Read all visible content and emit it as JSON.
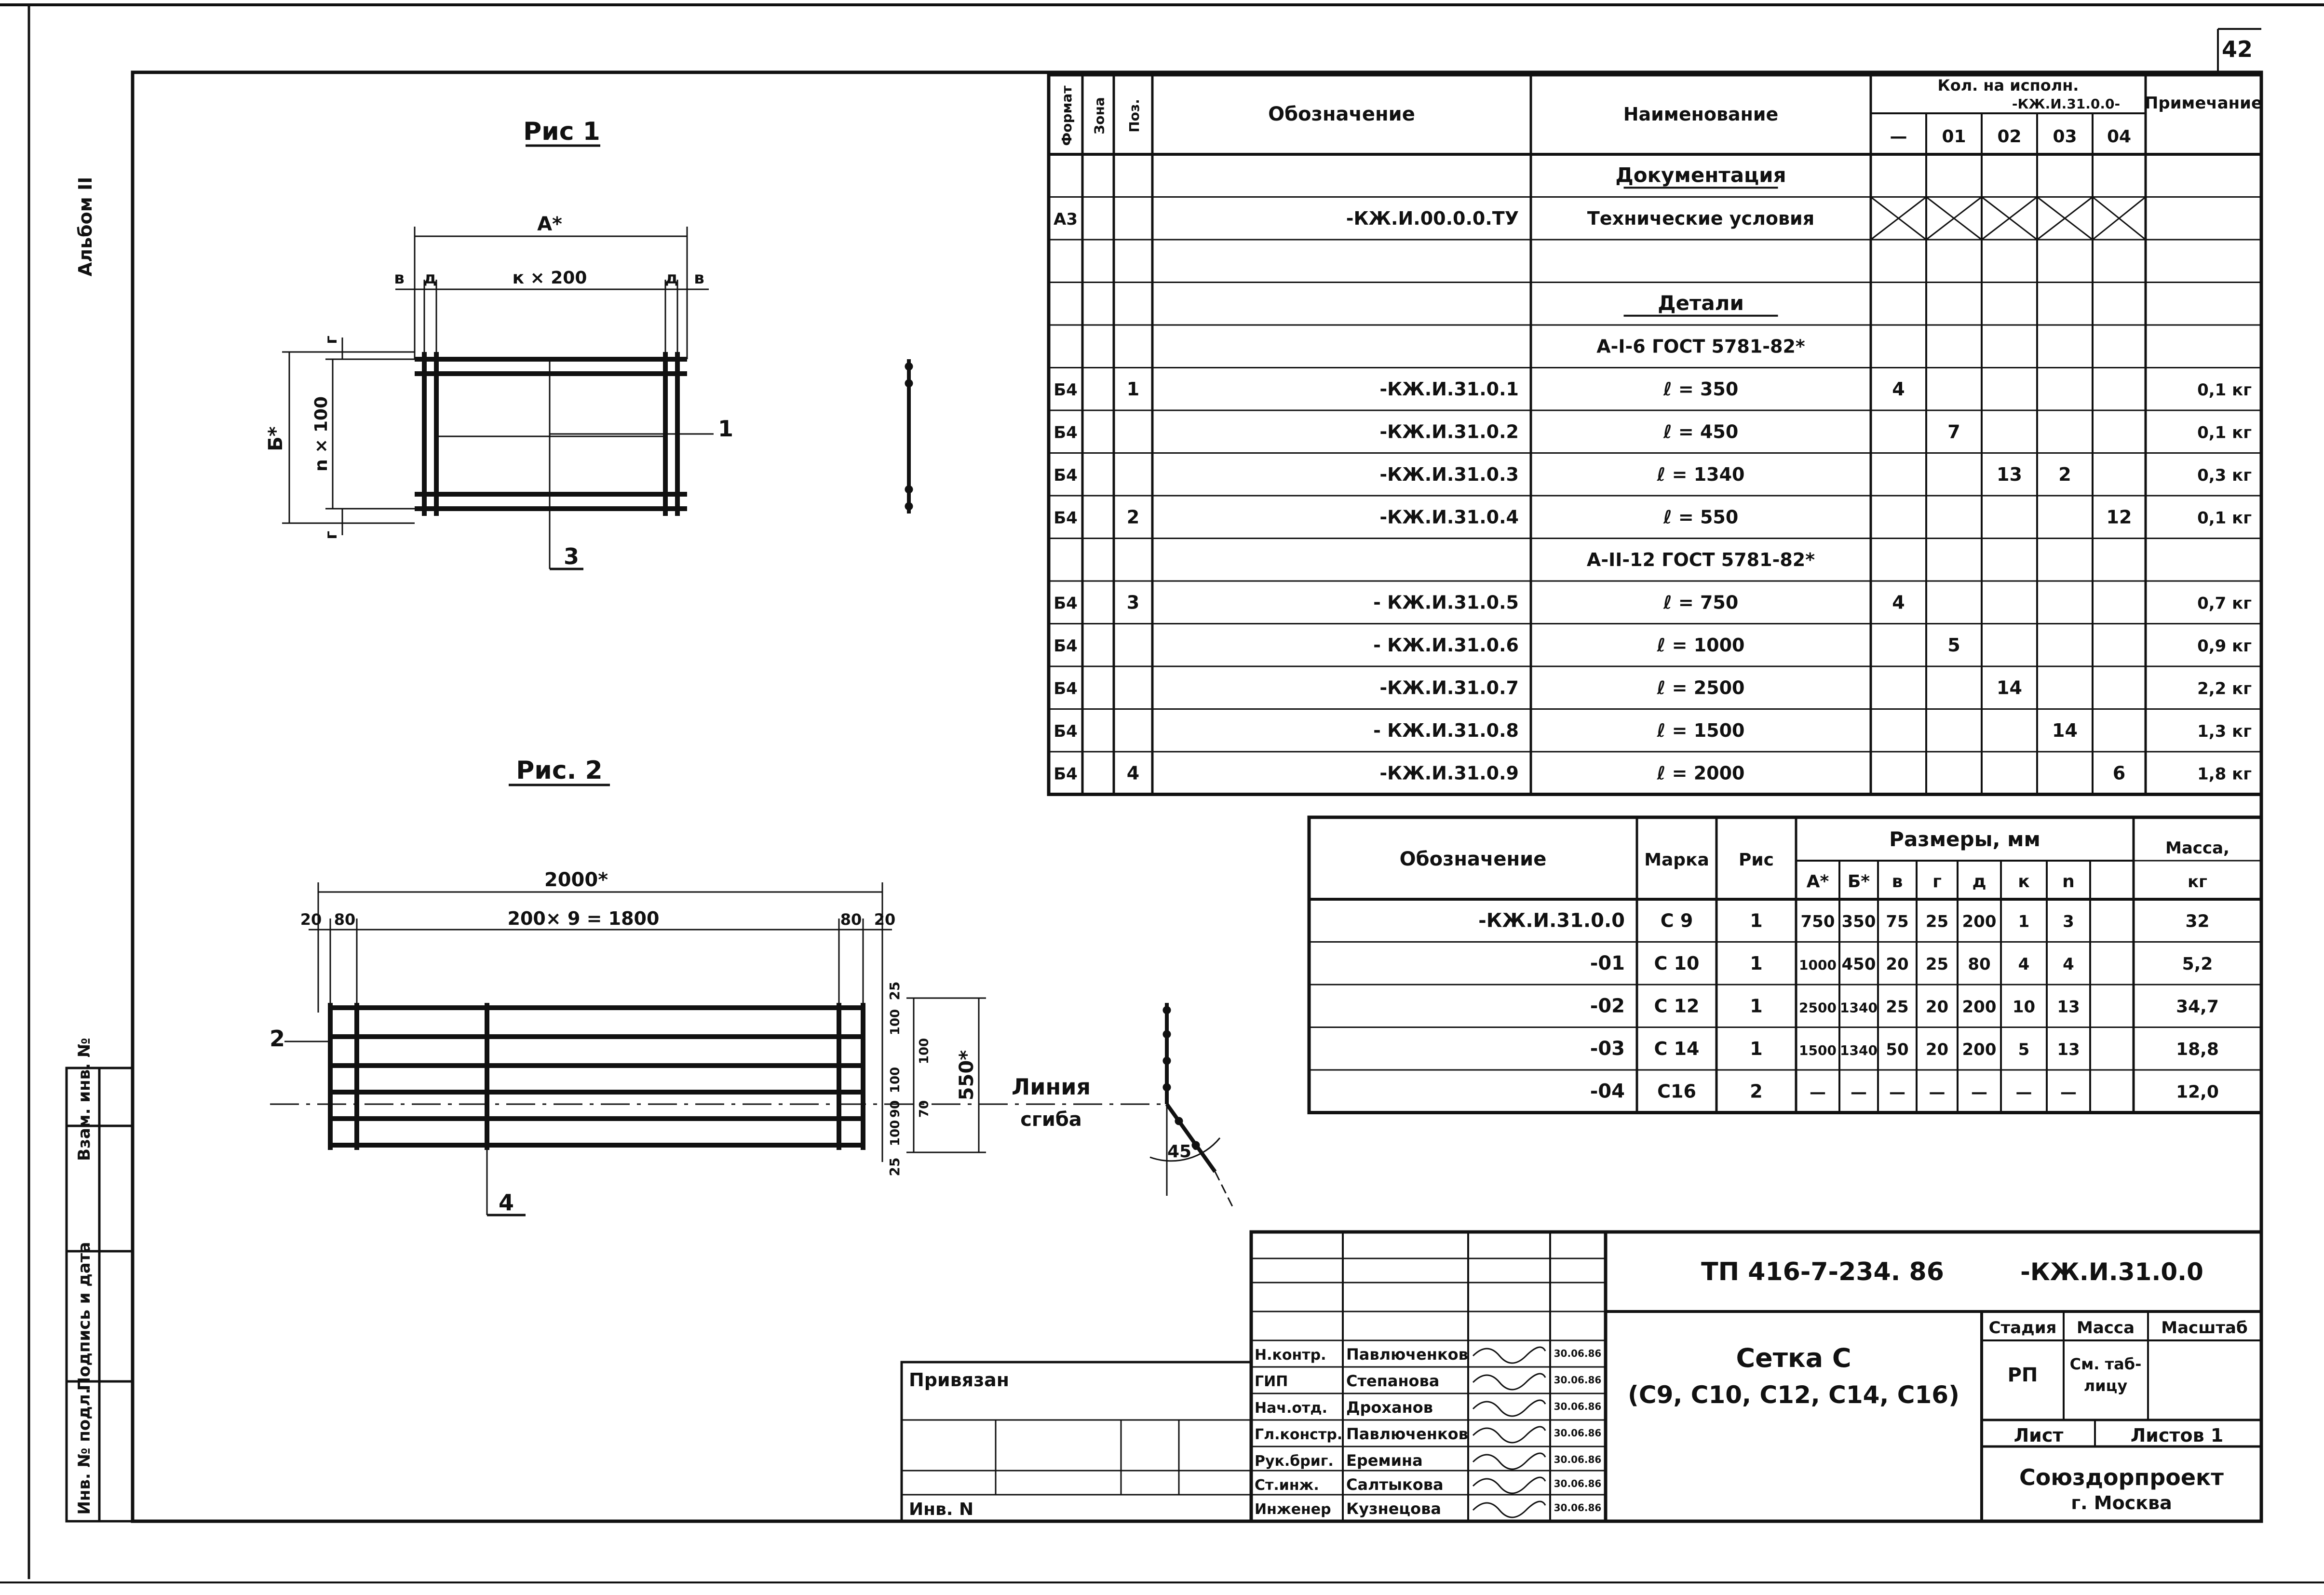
{
  "sheet_number": "42",
  "album_label": "Альбом II",
  "left_stamp_labels": [
    "Инв. № подл.",
    "Подпись и дата",
    "Взам. инв. №"
  ],
  "fig1": {
    "title": "Рис 1",
    "dim_a": "А*",
    "dim_b": "Б*",
    "dim_k": "к × 200",
    "dim_n": "n × 100",
    "lbl_v": "в",
    "lbl_d": "д",
    "lbl_g": "г",
    "pos1": "1",
    "pos3": "3"
  },
  "fig2": {
    "title": "Рис. 2",
    "dim_total": "2000*",
    "dim_mid": "200× 9 = 1800",
    "dim_20": "20",
    "dim_80": "80",
    "dim_550": "550*",
    "dim_25": "25",
    "dim_100": "100",
    "dim_90": "90",
    "dim_70": "70",
    "bend_line": [
      "Линия",
      "сгиба"
    ],
    "angle": "45°",
    "pos2": "2",
    "pos4": "4"
  },
  "spec": {
    "headers": {
      "format": "Формат",
      "zone": "Зона",
      "pos": "Поз.",
      "designation": "Обозначение",
      "name": "Наименование",
      "qty": "Кол. на исполн.",
      "qty_doc": "-КЖ.И.31.0.0-",
      "qty_cols": [
        "—",
        "01",
        "02",
        "03",
        "04"
      ],
      "note": "Примечание"
    },
    "rows": [
      {
        "format": "",
        "zone": "",
        "pos": "",
        "designation": "",
        "name": "Документация",
        "heading": true,
        "q": [
          "",
          "",
          "",
          "",
          ""
        ],
        "note": ""
      },
      {
        "format": "А3",
        "zone": "",
        "pos": "",
        "designation": "-КЖ.И.00.0.0.ТУ",
        "name": "Технические условия",
        "cross": true,
        "q": [
          "",
          "",
          "",
          "",
          ""
        ],
        "note": ""
      },
      {
        "format": "",
        "zone": "",
        "pos": "",
        "designation": "",
        "name": "",
        "q": [
          "",
          "",
          "",
          "",
          ""
        ],
        "note": ""
      },
      {
        "format": "",
        "zone": "",
        "pos": "",
        "designation": "",
        "name": "Детали",
        "heading": true,
        "q": [
          "",
          "",
          "",
          "",
          ""
        ],
        "note": ""
      },
      {
        "format": "",
        "zone": "",
        "pos": "",
        "designation": "",
        "name": "А-I-6 ГОСТ 5781-82*",
        "q": [
          "",
          "",
          "",
          "",
          ""
        ],
        "note": ""
      },
      {
        "format": "Б4",
        "zone": "",
        "pos": "1",
        "designation": "-КЖ.И.31.0.1",
        "name": "ℓ = 350",
        "q": [
          "4",
          "",
          "",
          "",
          ""
        ],
        "note": "0,1 кг"
      },
      {
        "format": "Б4",
        "zone": "",
        "pos": "",
        "designation": "-КЖ.И.31.0.2",
        "name": "ℓ = 450",
        "q": [
          "",
          "7",
          "",
          "",
          ""
        ],
        "note": "0,1 кг"
      },
      {
        "format": "Б4",
        "zone": "",
        "pos": "",
        "designation": "-КЖ.И.31.0.3",
        "name": "ℓ = 1340",
        "q": [
          "",
          "",
          "13",
          "2",
          ""
        ],
        "note": "0,3 кг"
      },
      {
        "format": "Б4",
        "zone": "",
        "pos": "2",
        "designation": "-КЖ.И.31.0.4",
        "name": "ℓ = 550",
        "q": [
          "",
          "",
          "",
          "",
          "12"
        ],
        "note": "0,1 кг"
      },
      {
        "format": "",
        "zone": "",
        "pos": "",
        "designation": "",
        "name": "А-II-12 ГОСТ 5781-82*",
        "q": [
          "",
          "",
          "",
          "",
          ""
        ],
        "note": ""
      },
      {
        "format": "Б4",
        "zone": "",
        "pos": "3",
        "designation": "- КЖ.И.31.0.5",
        "name": "ℓ = 750",
        "q": [
          "4",
          "",
          "",
          "",
          ""
        ],
        "note": "0,7 кг"
      },
      {
        "format": "Б4",
        "zone": "",
        "pos": "",
        "designation": "- КЖ.И.31.0.6",
        "name": "ℓ = 1000",
        "q": [
          "",
          "5",
          "",
          "",
          ""
        ],
        "note": "0,9 кг"
      },
      {
        "format": "Б4",
        "zone": "",
        "pos": "",
        "designation": "-КЖ.И.31.0.7",
        "name": "ℓ = 2500",
        "q": [
          "",
          "",
          "14",
          "",
          ""
        ],
        "note": "2,2 кг"
      },
      {
        "format": "Б4",
        "zone": "",
        "pos": "",
        "designation": "- КЖ.И.31.0.8",
        "name": "ℓ = 1500",
        "q": [
          "",
          "",
          "",
          "14",
          ""
        ],
        "note": "1,3 кг"
      },
      {
        "format": "Б4",
        "zone": "",
        "pos": "4",
        "designation": "-КЖ.И.31.0.9",
        "name": "ℓ = 2000",
        "q": [
          "",
          "",
          "",
          "",
          "6"
        ],
        "note": "1,8 кг"
      }
    ]
  },
  "mesh": {
    "headers": {
      "designation": "Обозначение",
      "mark": "Марка",
      "fig": "Рис",
      "sizes": "Размеры, мм",
      "size_cols": [
        "А*",
        "Б*",
        "в",
        "г",
        "д",
        "к",
        "n"
      ],
      "mass": "Масса,",
      "mass_unit": "кг"
    },
    "rows": [
      {
        "designation": "-КЖ.И.31.0.0",
        "mark": "С 9",
        "fig": "1",
        "sizes": [
          "750",
          "350",
          "75",
          "25",
          "200",
          "1",
          "3"
        ],
        "mass": "32"
      },
      {
        "designation": "-01",
        "mark": "С 10",
        "fig": "1",
        "sizes": [
          "1000",
          "450",
          "20",
          "25",
          "80",
          "4",
          "4"
        ],
        "mass": "5,2"
      },
      {
        "designation": "-02",
        "mark": "С 12",
        "fig": "1",
        "sizes": [
          "2500",
          "1340",
          "25",
          "20",
          "200",
          "10",
          "13"
        ],
        "mass": "34,7"
      },
      {
        "designation": "-03",
        "mark": "С 14",
        "fig": "1",
        "sizes": [
          "1500",
          "1340",
          "50",
          "20",
          "200",
          "5",
          "13"
        ],
        "mass": "18,8"
      },
      {
        "designation": "-04",
        "mark": "С16",
        "fig": "2",
        "sizes": [
          "—",
          "—",
          "—",
          "—",
          "—",
          "—",
          "—"
        ],
        "mass": "12,0"
      }
    ]
  },
  "title_block": {
    "doc_code": "ТП 416-7-234. 86",
    "doc_mark": "-КЖ.И.31.0.0",
    "title_line1": "Сетка С",
    "title_line2": "(С9, С10, С12, С14, С16)",
    "stage_label": "Стадия",
    "mass_label": "Масса",
    "scale_label": "Масштаб",
    "stage_value": "РП",
    "mass_value": [
      "См. таб-",
      "лицу"
    ],
    "sheet_label": "Лист",
    "sheets_label": "Листов 1",
    "org_name": "Союздорпроект",
    "org_city": "г. Москва",
    "bound_label": "Привязан",
    "inv_label": "Инв. N",
    "signers": [
      {
        "role": "Н.контр.",
        "name": "Павлюченков",
        "date": "30.06.86"
      },
      {
        "role": "ГИП",
        "name": "Степанова",
        "date": "30.06.86"
      },
      {
        "role": "Нач.отд.",
        "name": "Дроханов",
        "date": "30.06.86"
      },
      {
        "role": "Гл.констр.",
        "name": "Павлюченков",
        "date": "30.06.86"
      },
      {
        "role": "Рук.бриг.",
        "name": "Еремина",
        "date": "30.06.86"
      },
      {
        "role": "Ст.инж.",
        "name": "Салтыкова",
        "date": "30.06.86"
      },
      {
        "role": "Инженер",
        "name": "Кузнецова",
        "date": "30.06.86"
      }
    ]
  }
}
